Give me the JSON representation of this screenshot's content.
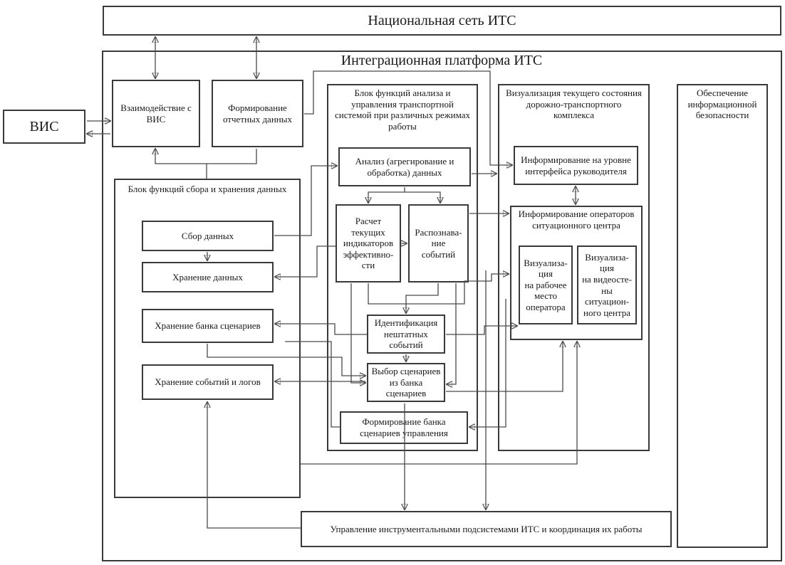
{
  "national": "Национальная сеть ИТС",
  "platform": "Интеграционная платформа ИТС",
  "vis": "ВИС",
  "interaction": "Взаимодействие с\nВИС",
  "reporting": "Формирование\nотчетных данных",
  "collect_block": {
    "title": "Блок функций сбора и хранения данных",
    "collect": "Сбор данных",
    "store": "Хранение данных",
    "scenario_bank": "Хранение банка сценариев",
    "events_logs": "Хранение событий и логов"
  },
  "analysis_block": {
    "title": "Блок функций анализа и\nуправления транспортной\nсистемой при различных режимах\nработы",
    "analysis": "Анализ (агрегирование и\nобработка) данных",
    "indicators": "Расчет\nтекущих\nиндикаторов\nэффективно-\nсти",
    "recognition": "Распознава-\nние\nсобытий",
    "identification": "Идентификация\nнештатных\nсобытий",
    "selection": "Выбор сценариев\nиз банка\nсценариев",
    "bank_forming": "Формирование банка\nсценариев управления"
  },
  "viz_block": {
    "title": "Визуализация текущего состояния\nдорожно-транспортного\nкомплекса",
    "manager": "Информирование на уровне\nинтерфейса руководителя",
    "operators": "Информирование операторов\nситуационного центра",
    "workplace": "Визуализа-\nция\nна рабочее\nместо\nоператора",
    "videowall": "Визуализа-\nция\nна видеосте-\nны\nситуацион-\nного центра"
  },
  "security": "Обеспечение\nинформационной\nбезопасности",
  "control": "Управление инструментальными подсистемами ИТС и координация их работы"
}
